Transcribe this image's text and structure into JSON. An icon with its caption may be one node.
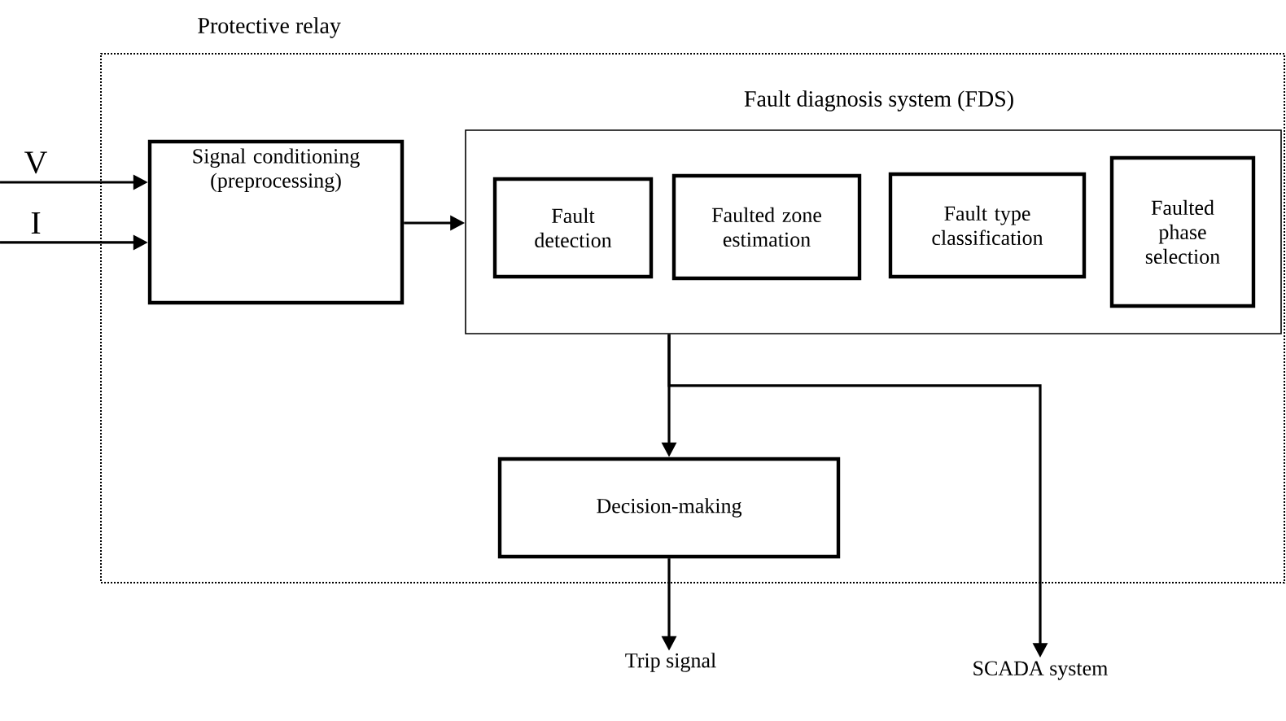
{
  "diagram": {
    "nodes": [
      {
        "text": [
          "Protective relay"
        ]
      },
      {
        "text": [
          "Signal conditioning (preprocessing)"
        ],
        "in": 0
      },
      {
        "text": [
          "Fault diagnosis system (FDS)"
        ],
        "in": 0
      },
      {
        "text": [
          "Fault detection"
        ],
        "in": 2
      },
      {
        "text": [
          "Faulted zone estimation"
        ],
        "in": 2
      },
      {
        "text": [
          "Fault type classification"
        ],
        "in": 2
      },
      {
        "text": [
          "Faulted phase selection"
        ],
        "in": 2
      },
      {
        "text": [
          "Decision-making"
        ],
        "in": 0
      },
      {
        "text": [
          "Trip signal"
        ]
      },
      {
        "text": [
          "SCADA system"
        ]
      }
    ],
    "edges": [
      {
        "from": null,
        "to": 1,
        "arrow": "to",
        "label": "V"
      },
      {
        "from": null,
        "to": 1,
        "arrow": "to",
        "label": "I"
      },
      {
        "from": 1,
        "to": 2,
        "arrow": "to"
      },
      {
        "from": 2,
        "to": 7,
        "arrow": "to"
      },
      {
        "from": 2,
        "to": 9,
        "arrow": "to"
      },
      {
        "from": 7,
        "to": 8,
        "arrow": "to"
      }
    ]
  }
}
